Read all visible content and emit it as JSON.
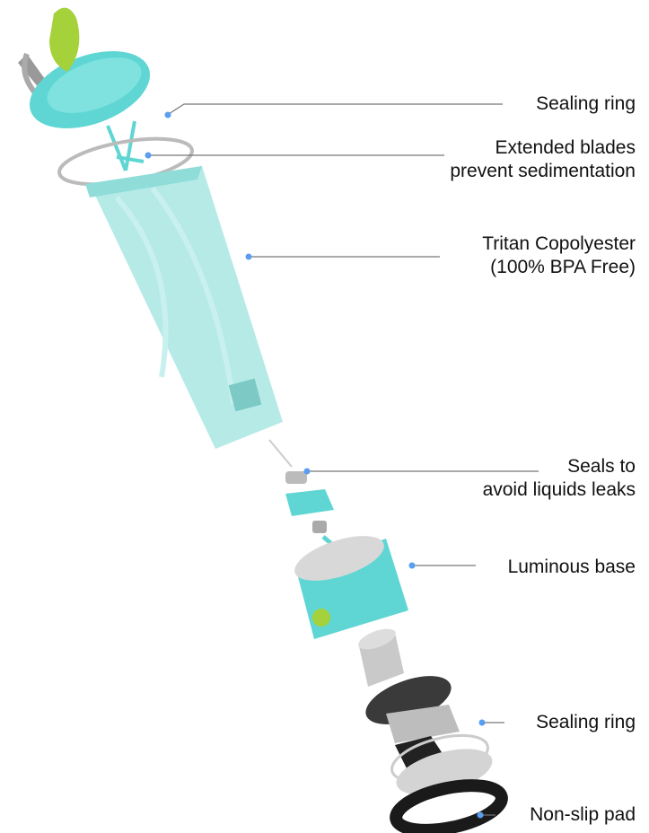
{
  "labels": {
    "sealing_ring_top": "Sealing ring",
    "blades_line1": "Extended blades",
    "blades_line2": "prevent sedimentation",
    "tritan_line1": "Tritan Copolyester",
    "tritan_line2": "(100% BPA Free)",
    "seals_line1": "Seals to",
    "seals_line2": "avoid liquids leaks",
    "luminous_base": "Luminous base",
    "sealing_ring_bottom": "Sealing ring",
    "non_slip_pad": "Non-slip pad"
  },
  "colors": {
    "teal": "#5fd6d3",
    "cup": "#a9e6e3",
    "green": "#a5d23a",
    "dot": "#5a9ef0",
    "line": "#777777"
  }
}
